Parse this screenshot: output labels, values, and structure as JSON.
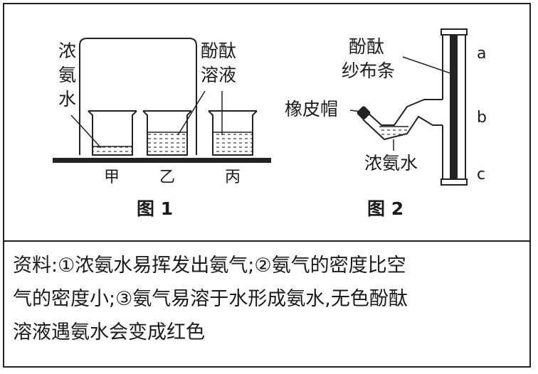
{
  "figure1": {
    "label_ammonia": [
      "浓",
      "氨",
      "水"
    ],
    "label_phenolphthalein": [
      "酚酞",
      "溶液"
    ],
    "beakers": [
      "甲",
      "乙",
      "丙"
    ],
    "caption": "图 1"
  },
  "figure2": {
    "label_strip": [
      "酚酞",
      "纱布条"
    ],
    "label_cap": "橡皮帽",
    "label_ammonia": "浓氨水",
    "positions": [
      "a",
      "b",
      "c"
    ],
    "caption": "图 2"
  },
  "info": {
    "lines": [
      "资料:①浓氨水易挥发出氨气;②氨气的密度比空",
      "气的密度小;③氨气易溶于水形成氨水,无色酚酞",
      "溶液遇氨水会变成红色"
    ]
  }
}
